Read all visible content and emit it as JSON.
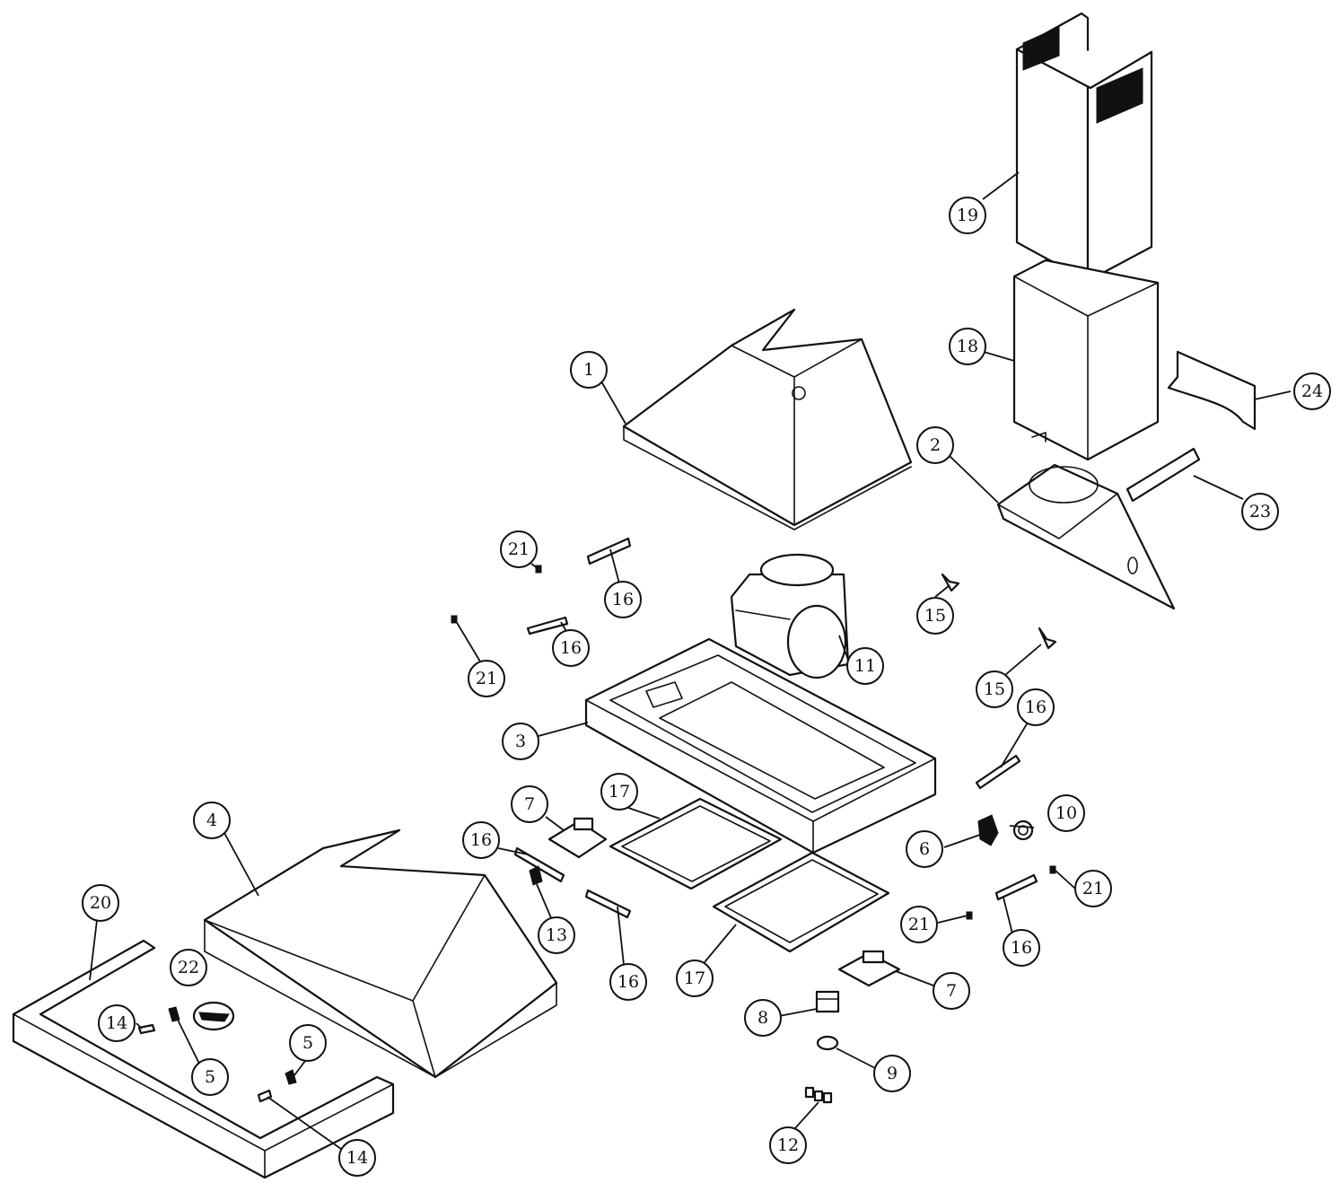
{
  "diagram": {
    "callouts": [
      {
        "label": "1"
      },
      {
        "label": "2"
      },
      {
        "label": "3"
      },
      {
        "label": "4"
      },
      {
        "label": "5"
      },
      {
        "label": "5"
      },
      {
        "label": "6"
      },
      {
        "label": "7"
      },
      {
        "label": "7"
      },
      {
        "label": "8"
      },
      {
        "label": "9"
      },
      {
        "label": "10"
      },
      {
        "label": "11"
      },
      {
        "label": "12"
      },
      {
        "label": "13"
      },
      {
        "label": "14"
      },
      {
        "label": "14"
      },
      {
        "label": "15"
      },
      {
        "label": "15"
      },
      {
        "label": "16"
      },
      {
        "label": "16"
      },
      {
        "label": "16"
      },
      {
        "label": "16"
      },
      {
        "label": "16"
      },
      {
        "label": "16"
      },
      {
        "label": "17"
      },
      {
        "label": "17"
      },
      {
        "label": "18"
      },
      {
        "label": "19"
      },
      {
        "label": "20"
      },
      {
        "label": "21"
      },
      {
        "label": "21"
      },
      {
        "label": "21"
      },
      {
        "label": "21"
      },
      {
        "label": "22"
      },
      {
        "label": "23"
      },
      {
        "label": "24"
      }
    ],
    "colors": {
      "line": "#111111",
      "background": "#ffffff"
    }
  }
}
